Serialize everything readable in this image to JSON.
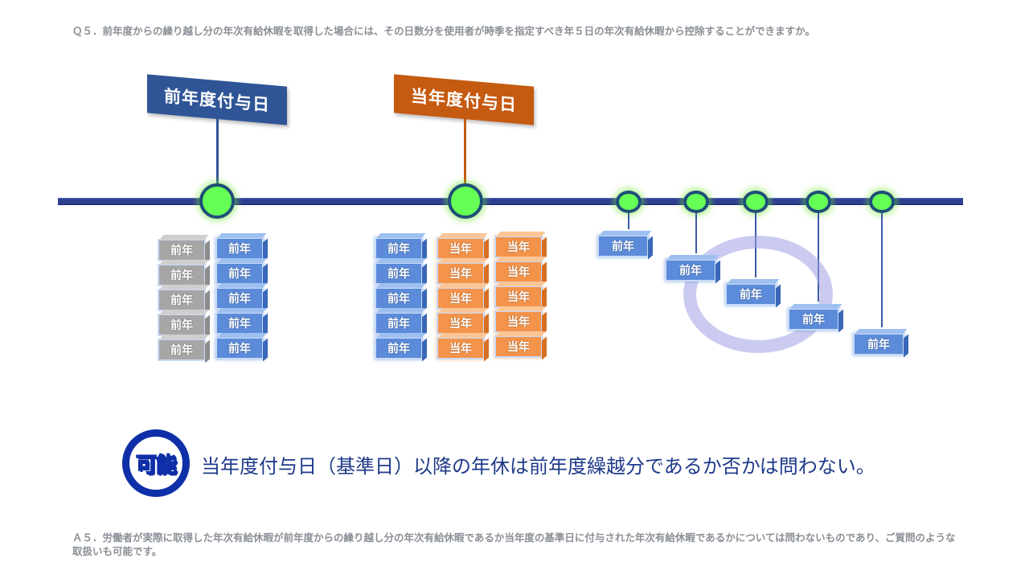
{
  "question": "Ｑ５．前年度からの繰り越し分の年次有給休暇を取得した場合には、その日数分を使用者が時季を指定すべき年５日の年次有給休暇から控除することができますか。",
  "answer": "Ａ５．労働者が実際に取得した年次有給休暇が前年度からの繰り越し分の年次有給休暇であるか当年度の基準日に付与された年次有給休暇であるかについては問わないものであり、ご質問のような取扱いも可能です。",
  "flags": {
    "previous": "前年度付与日",
    "current": "当年度付与日"
  },
  "badge": "可能",
  "conclusion": "当年度付与日（基準日）以降の年休は前年度繰越分であるか否かは問わない。",
  "block_labels": {
    "prev": "前年",
    "curr": "当年"
  },
  "colors": {
    "prev_flag": "#2f5597",
    "curr_flag": "#c55a11",
    "timeline": "#2e3f8f",
    "node": "#66ff55",
    "badge": "#0f2fa8"
  }
}
